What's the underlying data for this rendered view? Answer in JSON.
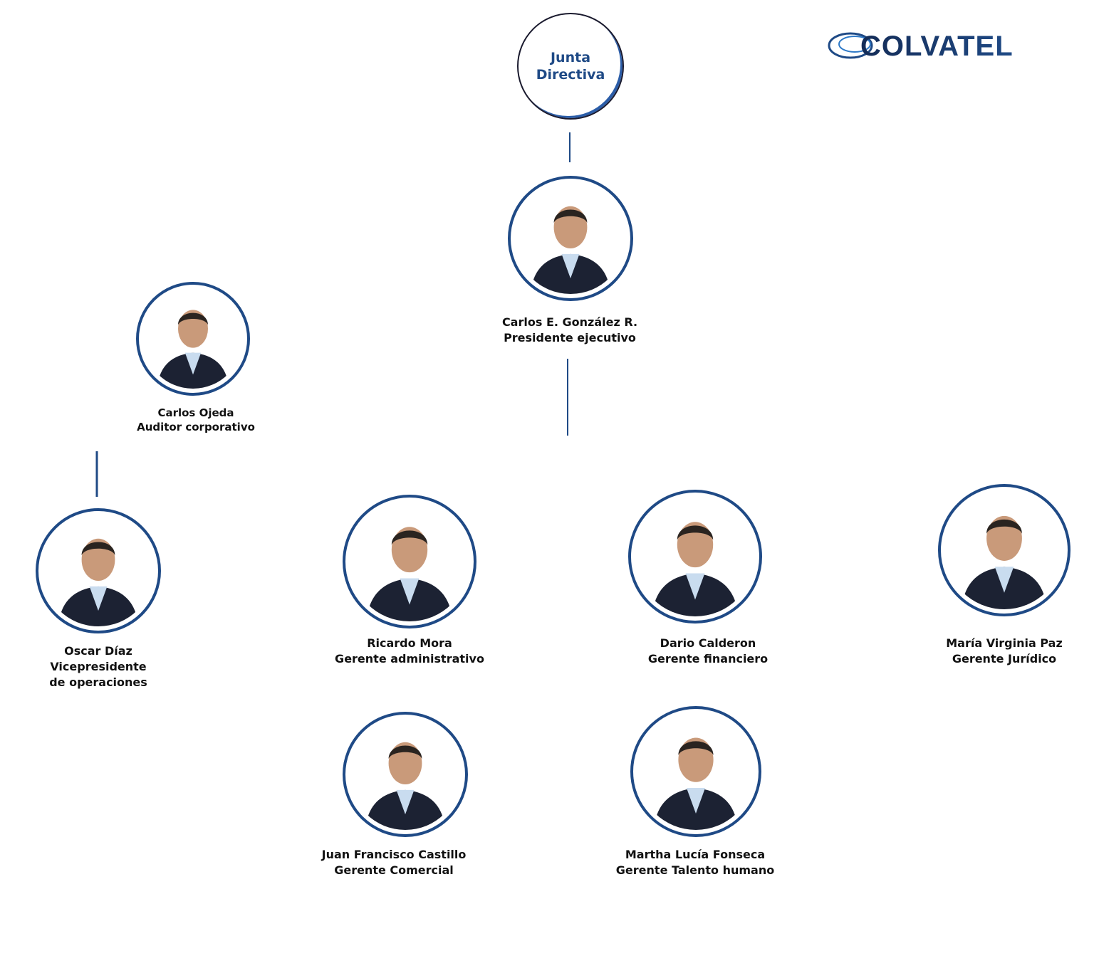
{
  "brand": {
    "logo_text": "COLVATEL",
    "color_primary": "#1f4a86",
    "color_dark": "#142c57",
    "color_light": "#2e79c7"
  },
  "board": {
    "line1": "Junta",
    "line2": "Directiva"
  },
  "people": {
    "president": {
      "name": "Carlos E. González R.",
      "role": "Presidente ejecutivo"
    },
    "auditor": {
      "name": "Carlos Ojeda",
      "role": "Auditor corporativo"
    },
    "vp_operations": {
      "name": "Oscar Díaz",
      "role_line1": "Vicepresidente",
      "role_line2": "de operaciones"
    },
    "admin_manager": {
      "name": "Ricardo Mora",
      "role": "Gerente administrativo"
    },
    "commercial_manager": {
      "name": "Juan Francisco Castillo",
      "role": "Gerente Comercial"
    },
    "finance_manager": {
      "name": "Dario Calderon",
      "role": "Gerente financiero"
    },
    "hr_manager": {
      "name": "Martha Lucía Fonseca",
      "role": "Gerente Talento humano"
    },
    "legal_manager": {
      "name": "María Virginia Paz",
      "role": "Gerente Jurídico"
    }
  }
}
